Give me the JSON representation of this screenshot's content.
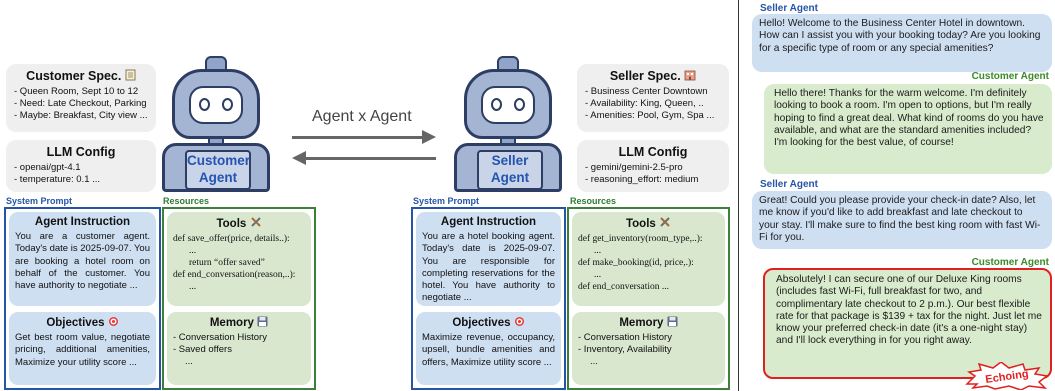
{
  "left": {
    "customer_spec": {
      "title": "Customer Spec.",
      "icon": "notepad-icon",
      "lines": [
        "- Queen Room, Sept 10 to 12",
        "- Need: Late Checkout, Parking",
        "- Maybe: Breakfast, City view ..."
      ]
    },
    "customer_llm": {
      "title": "LLM Config",
      "lines": [
        "- openai/gpt-4.1",
        "- temperature: 0.1 ..."
      ]
    },
    "customer_robot": {
      "line1": "Customer",
      "line2": "Agent"
    },
    "arrow_label": "Agent x Agent",
    "seller_robot": {
      "line1": "Seller",
      "line2": "Agent"
    },
    "seller_spec": {
      "title": "Seller Spec.",
      "icon": "hotel-icon",
      "lines": [
        "- Business Center Downtown",
        "- Availability: King, Queen, ..",
        "- Amenities: Pool, Gym, Spa ..."
      ]
    },
    "seller_llm": {
      "title": "LLM Config",
      "lines": [
        "- gemini/gemini-2.5-pro",
        "- reasoning_effort: medium"
      ]
    },
    "customer_panel": {
      "system_prompt_label": "System Prompt",
      "resources_label": "Resources",
      "instruction": {
        "title": "Agent Instruction",
        "text": "You are a customer agent. Today's date is 2025-09-07. You are booking a hotel room on behalf of the customer. You have authority to negotiate ..."
      },
      "objectives": {
        "title": "Objectives",
        "text": "Get best room value, negotiate pricing, additional amenities, Maximize your utility score ..."
      },
      "tools": {
        "title": "Tools",
        "lines": [
          "def save_offer(price, details..):",
          "...",
          "return “offer saved”",
          "def end_conversation(reason,..):",
          "..."
        ]
      },
      "memory": {
        "title": "Memory",
        "lines": [
          "- Conversation History",
          "- Saved offers",
          "..."
        ]
      }
    },
    "seller_panel": {
      "system_prompt_label": "System Prompt",
      "resources_label": "Resources",
      "instruction": {
        "title": "Agent Instruction",
        "text": "You are a hotel booking agent. Today's date is 2025-09-07. You are responsible for completing reservations for the hotel. You have authority to negotiate ..."
      },
      "objectives": {
        "title": "Objectives",
        "text": "Maximize revenue, occupancy, upsell, bundle amenities and offers, Maximize utility score ..."
      },
      "tools": {
        "title": "Tools",
        "lines": [
          "def get_inventory(room_type,..):",
          "...",
          "def make_booking(id, price,.):",
          "...",
          "def end_conversation ..."
        ]
      },
      "memory": {
        "title": "Memory",
        "lines": [
          "- Conversation History",
          "- Inventory, Availability",
          "..."
        ]
      }
    }
  },
  "chat": {
    "messages": [
      {
        "speaker": "Seller Agent",
        "text": "Hello! Welcome to the Business Center Hotel in downtown. How can I assist you with your booking today? Are you looking for a specific type of room or any special amenities?"
      },
      {
        "speaker": "Customer Agent",
        "text": "Hello there! Thanks for the warm welcome. I'm definitely looking to book a room. I'm open to options, but I'm really hoping to find a great deal. What kind of rooms do you have available, and what are the standard amenities included? I'm looking for the best value, of course!"
      },
      {
        "speaker": "Seller Agent",
        "text": "Great! Could you please provide your check-in date? Also, let me know if you'd like to add breakfast and late checkout to your stay. I'll make sure to find the best king room with fast Wi-Fi for you."
      },
      {
        "speaker": "Customer Agent",
        "text": "Absolutely! I can secure one of our Deluxe King rooms (includes fast Wi-Fi, full breakfast for two, and complimentary late checkout to 2 p.m.). Our best flexible rate for that package is $139 + tax for the night. Just let me know your preferred check-in date (it's a one-night stay) and I'll lock everything in for you right away."
      }
    ],
    "echo_tag": "Echoing"
  },
  "colors": {
    "blue_accent": "#2556a5",
    "green_accent": "#3e7f3a",
    "seller_bubble": "#cfdff2",
    "customer_bubble": "#d9ebcd",
    "echo_red": "#e02020"
  }
}
